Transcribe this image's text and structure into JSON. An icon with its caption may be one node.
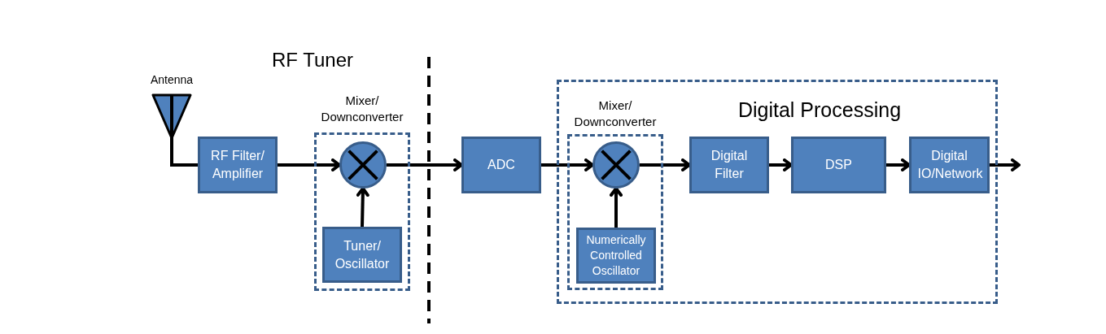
{
  "diagram": {
    "nodes": [
      {
        "text": [
          "Antenna"
        ]
      },
      {
        "text": [
          "RF Filter/ Amplifier"
        ]
      },
      {
        "text": [
          "Mixer/ Downconverter"
        ]
      },
      {
        "text": [],
        "shape": "circle",
        "in": 2
      },
      {
        "text": [
          "Tuner/ Oscillator"
        ],
        "in": 2
      },
      {
        "text": [
          "ADC"
        ]
      },
      {
        "text": [
          "Digital Processing"
        ]
      },
      {
        "text": [
          "Mixer/ Downconverter"
        ],
        "in": 6
      },
      {
        "text": [],
        "shape": "circle",
        "in": 7
      },
      {
        "text": [
          "Numerically Controlled Oscillator"
        ],
        "in": 7
      },
      {
        "text": [
          "Digital Filter"
        ],
        "in": 6
      },
      {
        "text": [
          "DSP"
        ],
        "in": 6
      },
      {
        "text": [
          "Digital IO/Network"
        ],
        "in": 6
      }
    ],
    "edges": [
      {
        "from": 0,
        "to": 1,
        "arrow": "none"
      },
      {
        "from": 1,
        "to": 3,
        "arrow": "to"
      },
      {
        "from": 4,
        "to": 3,
        "arrow": "to"
      },
      {
        "from": 3,
        "to": 5,
        "arrow": "to"
      },
      {
        "from": 5,
        "to": 8,
        "arrow": "to"
      },
      {
        "from": 9,
        "to": 8,
        "arrow": "to"
      },
      {
        "from": 8,
        "to": 10,
        "arrow": "to"
      },
      {
        "from": 10,
        "to": 11,
        "arrow": "to"
      },
      {
        "from": 11,
        "to": 12,
        "arrow": "to"
      },
      {
        "from": 12,
        "to": null,
        "arrow": "to"
      }
    ],
    "labels": [
      "RF Tuner"
    ]
  }
}
